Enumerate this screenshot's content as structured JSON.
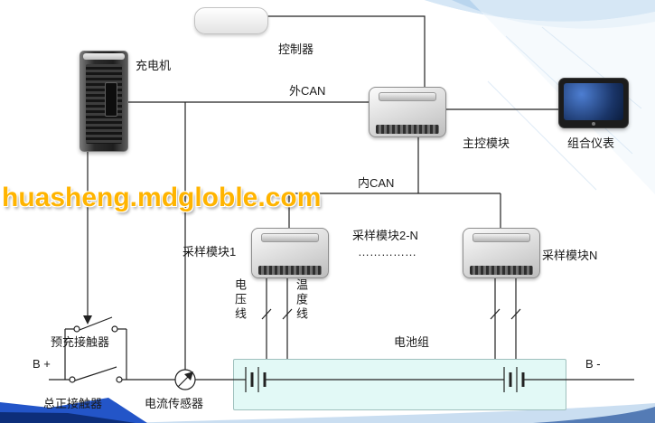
{
  "watermark": "huasheng.mdgloble.com",
  "nodes": {
    "controller": "控制器",
    "charger": "充电机",
    "main_module": "主控模块",
    "instrument_cluster": "组合仪表",
    "sampling_module_1": "采样模块1",
    "sampling_module_2n": "采样模块2-N",
    "sampling_module_2n_dots": "……………",
    "sampling_module_n": "采样模块N"
  },
  "buses": {
    "external_can": "外CAN",
    "internal_can": "内CAN"
  },
  "wires": {
    "voltage_line": "电压线",
    "temperature_line": "温度线"
  },
  "battery": {
    "pack": "电池组",
    "b_plus": "B +",
    "b_minus": "B -"
  },
  "components": {
    "precharge_contactor": "预充接触器",
    "main_positive_contactor": "总正接触器",
    "current_sensor": "电流传感器"
  },
  "colors": {
    "line": "#222222",
    "watermark_yellow": "#ffb400",
    "battery_fill": "#e2f9f6",
    "accent_blue": "#2c5aa0"
  }
}
